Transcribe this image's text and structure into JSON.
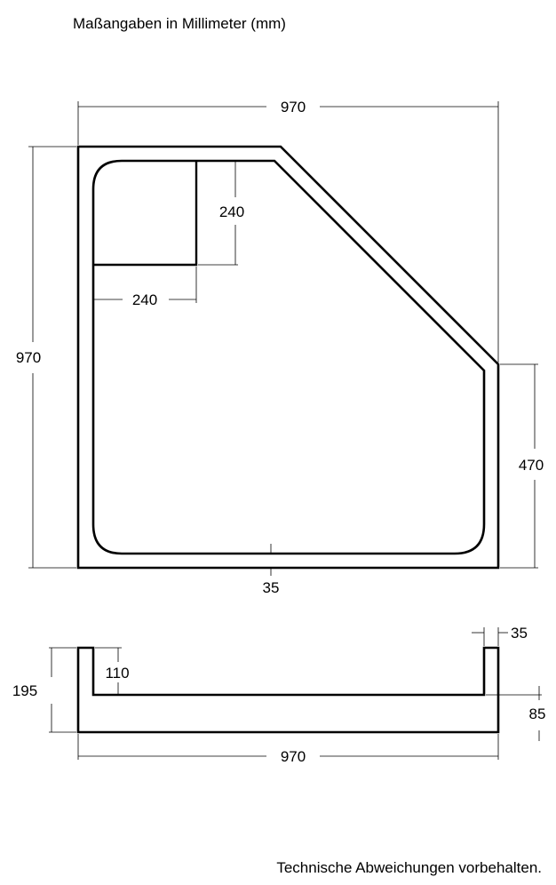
{
  "header": {
    "units_note": "Maßangaben in Millimeter (mm)"
  },
  "footer": {
    "disclaimer": "Technische Abweichungen vorbehalten."
  },
  "plan_view": {
    "width_label": "970",
    "depth_label": "970",
    "right_side_label": "470",
    "corner_width_label": "240",
    "corner_depth_label": "240",
    "rim_label": "35"
  },
  "side_view": {
    "total_height_label": "195",
    "inner_depth_label": "110",
    "wall_label": "35",
    "floor_label": "85",
    "width_label": "970"
  }
}
